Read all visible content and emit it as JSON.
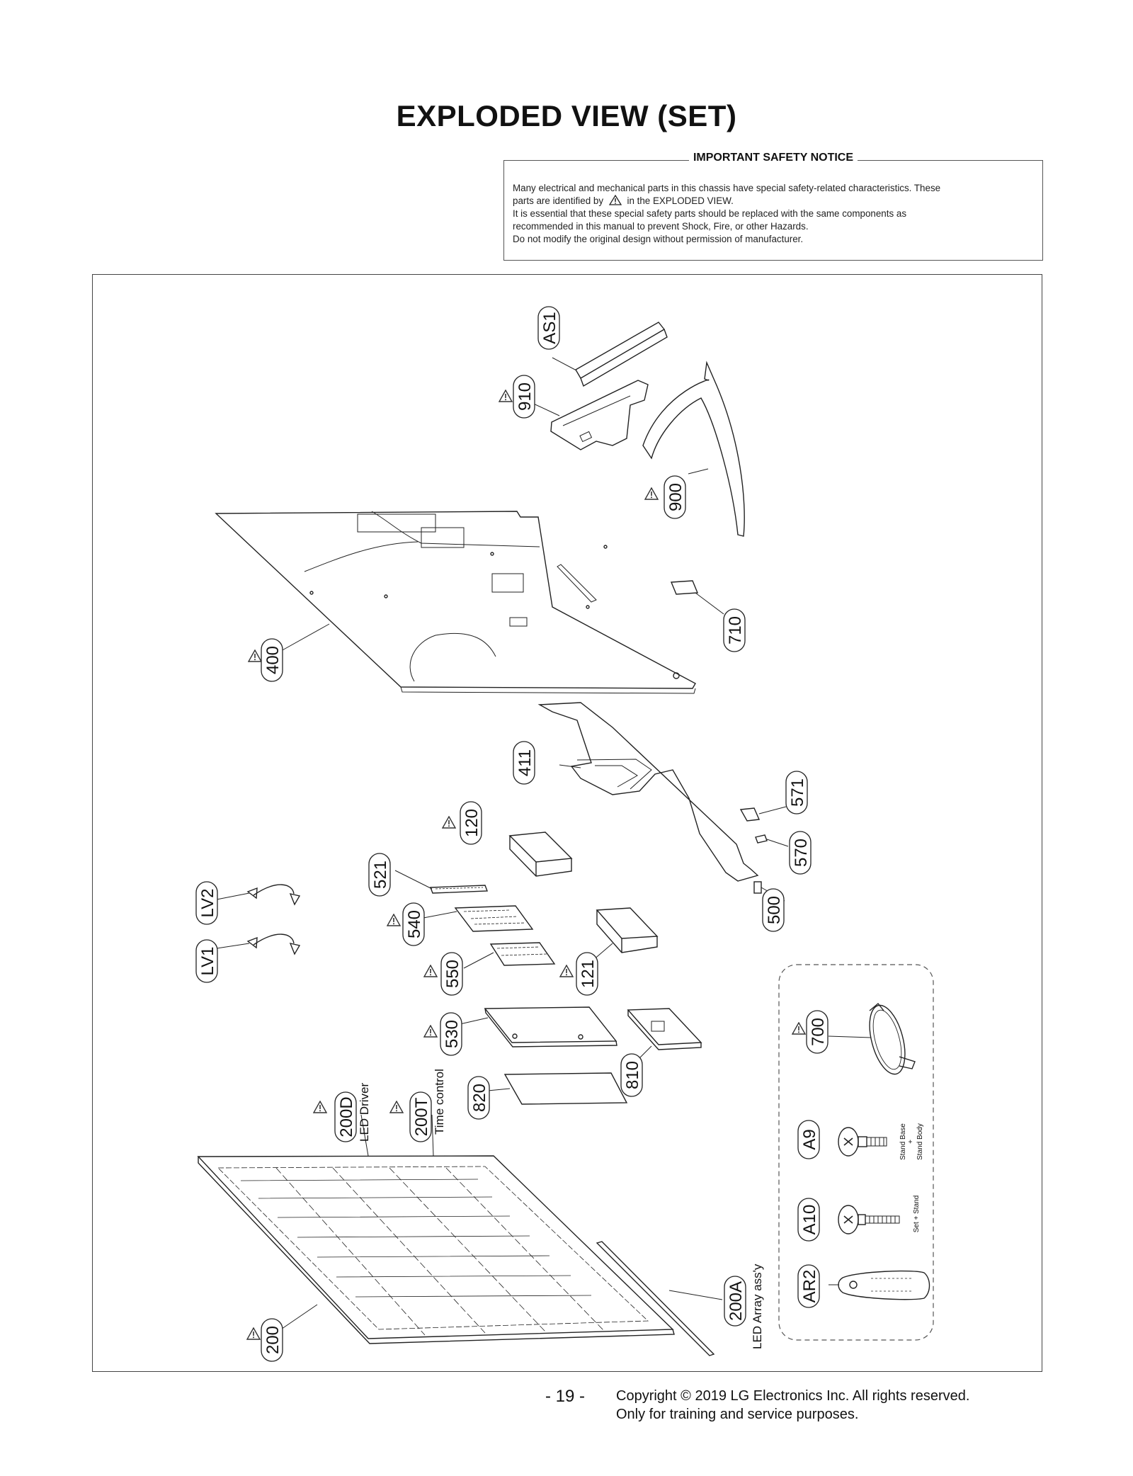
{
  "page": {
    "title": "EXPLODED VIEW (SET)",
    "page_number": "- 19 -",
    "copyright_line1": "Copyright © 2019 LG Electronics Inc. All rights reserved.",
    "copyright_line2": "Only for training and service purposes."
  },
  "notice": {
    "heading": "IMPORTANT SAFETY NOTICE",
    "line1": "Many electrical and mechanical parts in this chassis have special safety-related characteristics. These",
    "line2_pre": "parts are identified by",
    "line2_post": "in the EXPLODED VIEW.",
    "line3": "It is essential that these special safety parts should be replaced with the same components as",
    "line4": "recommended in this manual to prevent Shock, Fire, or other Hazards.",
    "line5": "Do not modify the original design without permission of manufacturer."
  },
  "parts": {
    "AS1": "AS1",
    "p910": "910",
    "p900": "900",
    "p400": "400",
    "p710": "710",
    "p411": "411",
    "p571": "571",
    "p120": "120",
    "p570": "570",
    "p521": "521",
    "LV2": "LV2",
    "p540": "540",
    "p500": "500",
    "LV1": "LV1",
    "p550": "550",
    "p121": "121",
    "p700": "700",
    "p530": "530",
    "p810": "810",
    "p200D": "200D",
    "p200T": "200T",
    "p820": "820",
    "A9": "A9",
    "A10": "A10",
    "p200A": "200A",
    "AR2": "AR2",
    "p200": "200"
  },
  "captions": {
    "led_driver": "LED Driver",
    "time_control": "Time control",
    "led_array": "LED Array ass'y",
    "stand_base": "Stand Base",
    "plus": "+",
    "stand_body": "Stand Body",
    "set_stand": "Set + Stand"
  }
}
